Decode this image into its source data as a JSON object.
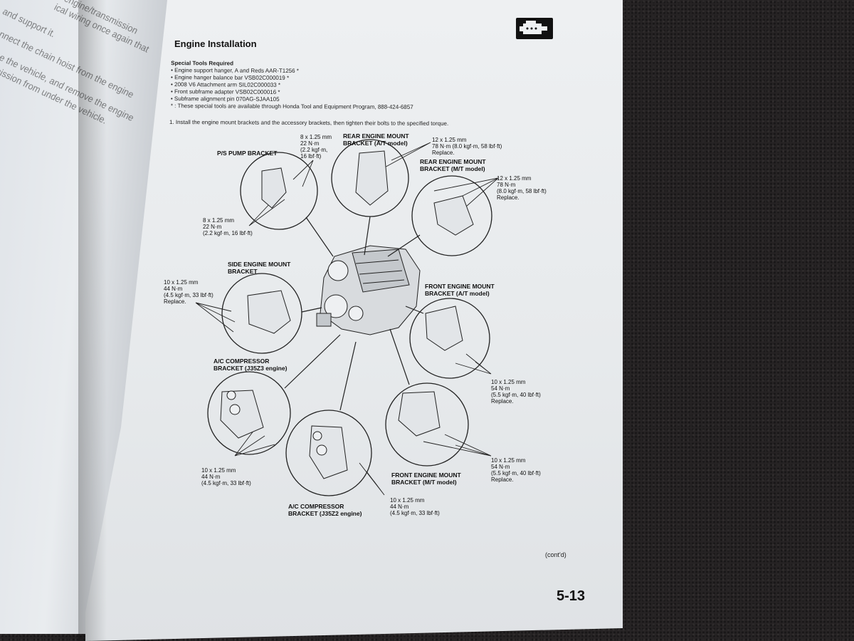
{
  "header": {
    "title": "Engine Installation"
  },
  "special_tools": {
    "heading": "Special Tools Required",
    "items": [
      "• Engine support hanger, A and Reds AAR-T1256 *",
      "• Engine hanger balance bar VSB02C000019 *",
      "• 2008 V6 Attachment arm SIL02C000033 *",
      "• Front subframe adapter VSB02C000016 *",
      "• Subframe alignment pin 070AG-SJAA105"
    ],
    "note": "* : These special tools are available through Honda Tool and Equipment Program, 888-424-6857"
  },
  "step1": "1.  Install the engine mount brackets and the accessory brackets, then tighten their bolts to the specified torque.",
  "labels": {
    "ps_pump": "P/S PUMP BRACKET",
    "rear_at": [
      "REAR ENGINE MOUNT",
      "BRACKET (A/T model)"
    ],
    "rear_mt": [
      "REAR ENGINE MOUNT",
      "BRACKET (M/T model)"
    ],
    "side": [
      "SIDE ENGINE MOUNT",
      "BRACKET"
    ],
    "front_at": [
      "FRONT ENGINE MOUNT",
      "BRACKET (A/T model)"
    ],
    "ac_j35z3": [
      "A/C COMPRESSOR",
      "BRACKET (J35Z3 engine)"
    ],
    "front_mt": [
      "FRONT ENGINE MOUNT",
      "BRACKET (M/T model)"
    ],
    "ac_j35z2": [
      "A/C COMPRESSOR",
      "BRACKET (J35Z2 engine)"
    ]
  },
  "specs": {
    "ps_top": [
      "8 x 1.25 mm",
      "22 N·m",
      "(2.2 kgf·m,",
      "16 lbf·ft)"
    ],
    "ps_bottom": [
      "8 x 1.25 mm",
      "22 N·m",
      "(2.2 kgf·m, 16 lbf·ft)"
    ],
    "rear_at": [
      "12 x 1.25 mm",
      "78 N·m (8.0 kgf·m, 58 lbf·ft)",
      "Replace."
    ],
    "rear_mt": [
      "12 x 1.25 mm",
      "78 N·m",
      "(8.0 kgf·m, 58 lbf·ft)",
      "Replace."
    ],
    "side": [
      "10 x 1.25 mm",
      "44 N·m",
      "(4.5 kgf·m, 33 lbf·ft)",
      "Replace."
    ],
    "front_at": [
      "10 x 1.25 mm",
      "54 N·m",
      "(5.5 kgf·m, 40 lbf·ft)",
      "Replace."
    ],
    "ac_j35z3": [
      "10 x 1.25 mm",
      "44 N·m",
      "(4.5 kgf·m, 33 lbf·ft)"
    ],
    "front_mt": [
      "10 x 1.25 mm",
      "54 N·m",
      "(5.5 kgf·m, 40 lbf·ft)",
      "Replace."
    ],
    "ac_j35z2": [
      "10 x 1.25 mm",
      "44 N·m",
      "(4.5 kgf·m, 33 lbf·ft)"
    ]
  },
  "footer": {
    "contd": "(cont'd)",
    "page_number": "5-13"
  },
  "left_page_text": [
    "engine/transmission",
    "ical wiring once again that",
    "and support it.",
    "nnect the chain hoist from the engine",
    "se the vehicle, and remove the engine",
    "mission from under the vehicle."
  ]
}
